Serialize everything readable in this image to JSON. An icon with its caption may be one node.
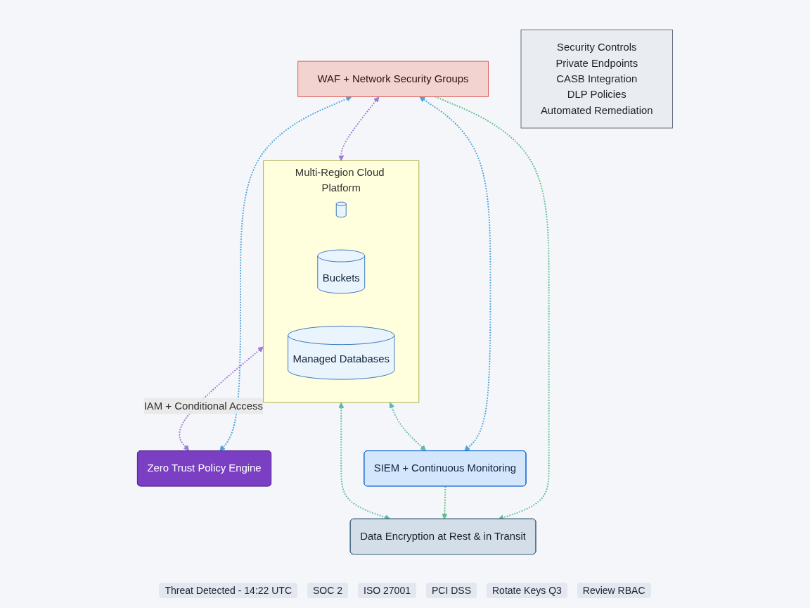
{
  "diagram": {
    "nodes": [
      {
        "text": [
          "Zero Trust Policy Engine"
        ]
      },
      {
        "text": [
          "Multi-Region Cloud Platform"
        ]
      },
      {
        "text": [],
        "shape": "cylinder",
        "in": 1
      },
      {
        "text": [
          "Buckets"
        ],
        "in": 1
      },
      {
        "text": [
          "Managed Databases"
        ],
        "in": 1
      },
      {
        "text": [
          "WAF + Network Security Groups"
        ]
      },
      {
        "text": [
          "Data Encryption at Rest & in Transit"
        ]
      },
      {
        "text": [
          "SIEM + Continuous Monitoring"
        ]
      },
      {
        "text": [
          "Security Controls",
          "Private Endpoints",
          "CASB Integration",
          "DLP Policies",
          "Automated Remediation"
        ]
      }
    ],
    "edges": [
      {
        "from": 5,
        "to": 0,
        "arrow": "both",
        "style": "dashed",
        "color": "#4aa3d8"
      },
      {
        "from": 1,
        "to": 0,
        "arrow": "both",
        "label": "IAM + Conditional Access",
        "style": "dashed",
        "color": "#a07ad8"
      },
      {
        "from": 5,
        "to": 1,
        "arrow": "both",
        "style": "dashed",
        "color": "#a07ad8"
      },
      {
        "from": 1,
        "to": 6,
        "arrow": "both",
        "style": "dashed",
        "color": "#5fb8b0"
      },
      {
        "from": 1,
        "to": 7,
        "arrow": "both",
        "style": "dashed",
        "color": "#5fb8b0"
      },
      {
        "from": 5,
        "to": 7,
        "arrow": "both",
        "style": "dashed",
        "color": "#4aa3d8"
      },
      {
        "from": 5,
        "to": 6,
        "arrow": "to",
        "style": "dashed",
        "color": "#5cc08a"
      },
      {
        "from": 7,
        "to": 6,
        "arrow": "to",
        "style": "dashed",
        "color": "#5cc08a"
      }
    ],
    "labels": [
      "Threat Detected - 14:22 UTC",
      "SOC 2",
      "ISO 27001",
      "PCI DSS",
      "Rotate Keys Q3",
      "Review RBAC"
    ]
  }
}
